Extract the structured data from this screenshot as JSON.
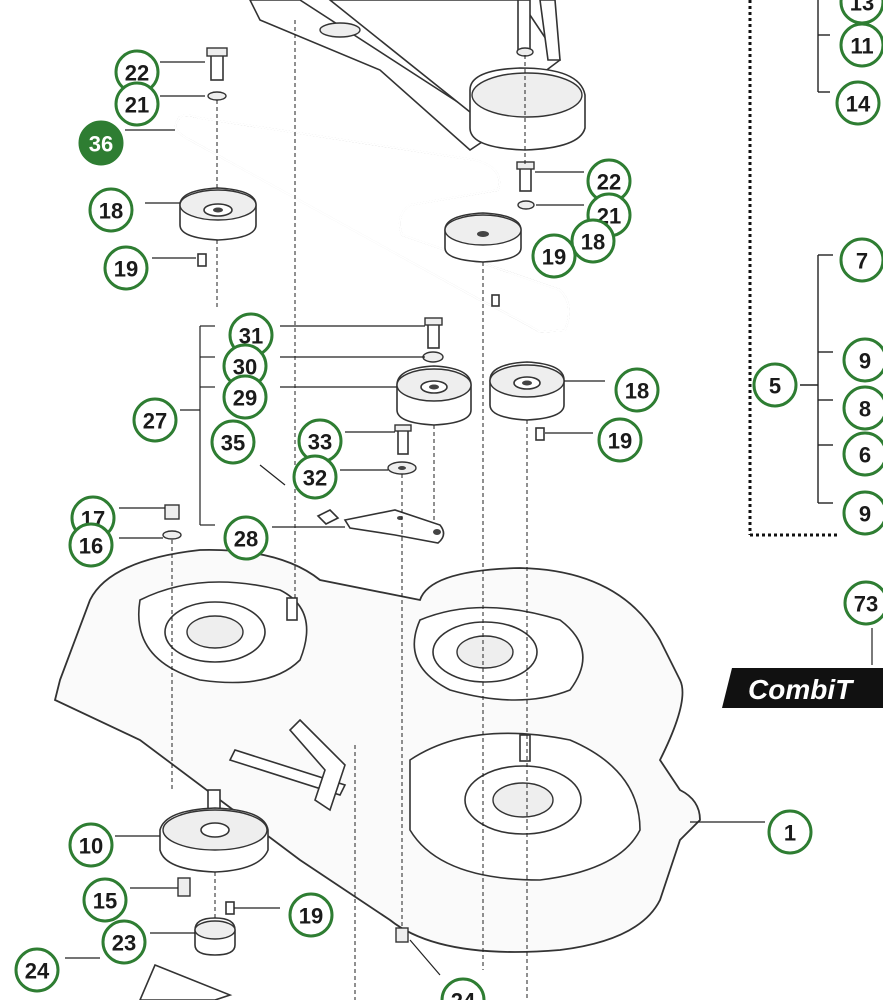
{
  "callouts": [
    {
      "id": "c22a",
      "label": "22"
    },
    {
      "id": "c21a",
      "label": "21"
    },
    {
      "id": "c36",
      "label": "36",
      "filled": true
    },
    {
      "id": "c18a",
      "label": "18"
    },
    {
      "id": "c19a",
      "label": "19"
    },
    {
      "id": "c22b",
      "label": "22"
    },
    {
      "id": "c21b",
      "label": "21"
    },
    {
      "id": "c18b",
      "label": "18"
    },
    {
      "id": "c19b",
      "label": "19"
    },
    {
      "id": "c31",
      "label": "31"
    },
    {
      "id": "c30",
      "label": "30"
    },
    {
      "id": "c29",
      "label": "29"
    },
    {
      "id": "c27",
      "label": "27"
    },
    {
      "id": "c35",
      "label": "35"
    },
    {
      "id": "c33",
      "label": "33"
    },
    {
      "id": "c32",
      "label": "32"
    },
    {
      "id": "c18c",
      "label": "18"
    },
    {
      "id": "c19c",
      "label": "19"
    },
    {
      "id": "c17",
      "label": "17"
    },
    {
      "id": "c16",
      "label": "16"
    },
    {
      "id": "c28",
      "label": "28"
    },
    {
      "id": "c10",
      "label": "10"
    },
    {
      "id": "c15",
      "label": "15"
    },
    {
      "id": "c19d",
      "label": "19"
    },
    {
      "id": "c23",
      "label": "23"
    },
    {
      "id": "c24a",
      "label": "24"
    },
    {
      "id": "c24b",
      "label": "24"
    },
    {
      "id": "c1",
      "label": "1"
    },
    {
      "id": "c13",
      "label": "13"
    },
    {
      "id": "c11",
      "label": "11"
    },
    {
      "id": "c14",
      "label": "14"
    },
    {
      "id": "c7",
      "label": "7"
    },
    {
      "id": "c5",
      "label": "5"
    },
    {
      "id": "c9a",
      "label": "9"
    },
    {
      "id": "c8",
      "label": "8"
    },
    {
      "id": "c6",
      "label": "6"
    },
    {
      "id": "c9b",
      "label": "9"
    },
    {
      "id": "c73",
      "label": "73"
    }
  ],
  "logo": {
    "text": "CombiT"
  }
}
